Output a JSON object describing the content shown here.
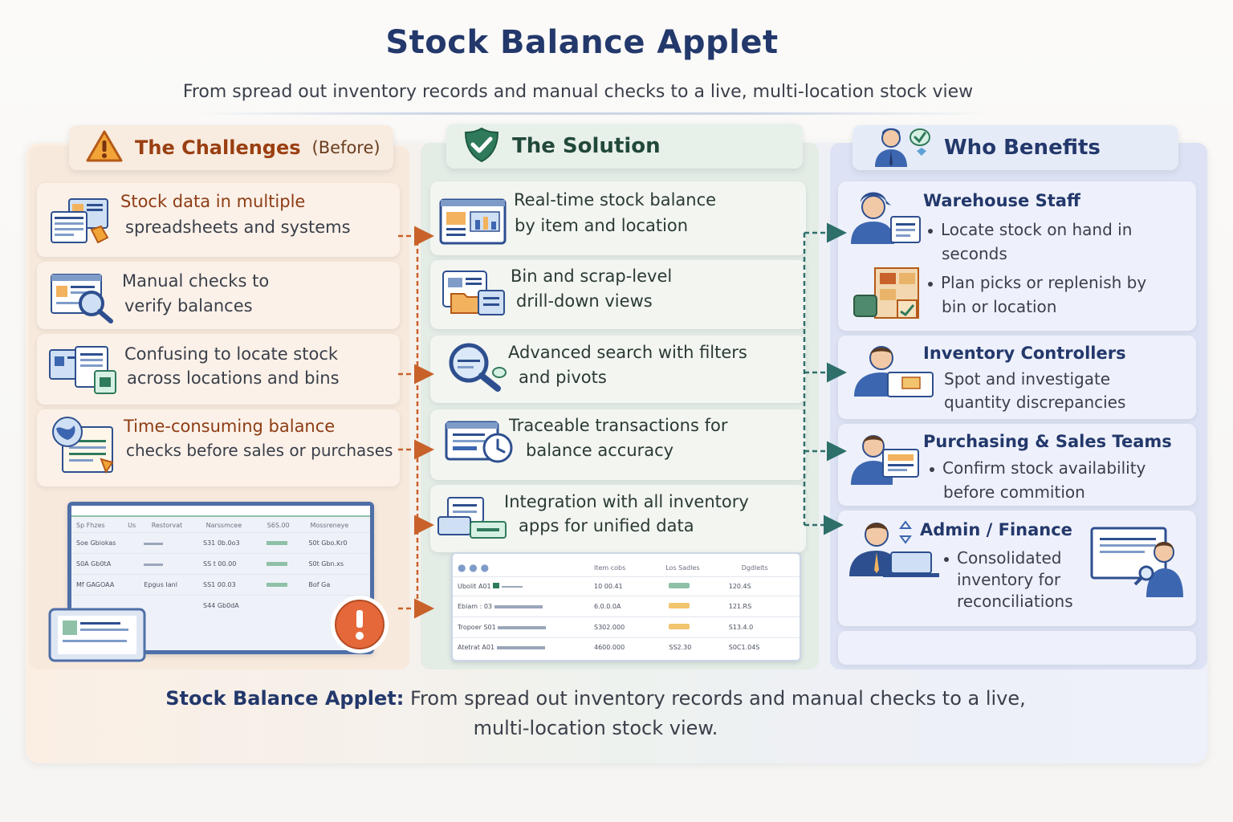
{
  "title": "Stock Balance Applet",
  "subtitle": "From spread out inventory records and manual checks to a live, multi-location stock view",
  "columns": {
    "challenges": {
      "heading": "The Challenges",
      "heading_suffix": "(Before)",
      "icon": "warning-icon",
      "items": [
        {
          "line1": "Stock data in multiple",
          "line2": "spreadsheets and systems"
        },
        {
          "line1": "Manual checks to",
          "line2": "verify balances"
        },
        {
          "line1": "Confusing to locate stock",
          "line2": "across locations and bins"
        },
        {
          "line1": "Time-consuming balance",
          "line2": "checks before sales or purchases"
        }
      ],
      "screenshot": {
        "headers": [
          "Sp Fhzes",
          "Us",
          "Restorvat",
          "Narssmcee",
          "S6S.00",
          "Mossreneye"
        ],
        "rows": [
          [
            "Soe Gbiokas",
            "",
            "",
            "S31 0b.0o3",
            "",
            "S0t Gbo.Kr0"
          ],
          [
            "S0A Gb0tA",
            "",
            "",
            "SS t 00.00",
            "",
            "S0t Gbn.xs"
          ],
          [
            "Mf GAGOAA",
            "",
            "Epgus Ianl",
            "SS1 00.03",
            "",
            "Bof Ga"
          ],
          [
            "",
            "",
            "",
            "S44 Gb0dA",
            "",
            ""
          ]
        ]
      }
    },
    "solution": {
      "heading": "The Solution",
      "icon": "check-shield-icon",
      "items": [
        {
          "line1": "Real-time stock balance",
          "line2": "by item and location"
        },
        {
          "line1": "Bin and scrap-level",
          "line2": "drill-down views"
        },
        {
          "line1": "Advanced search with filters",
          "line2": "and pivots"
        },
        {
          "line1": "Traceable transactions for",
          "line2": "balance accuracy"
        },
        {
          "line1": "Integration with all inventory",
          "line2": "apps for unified data"
        }
      ],
      "table": {
        "headers": [
          "",
          "Item cobs",
          "Los Sadles",
          "Dgdlelts"
        ],
        "rows": [
          [
            "Ubolit A01",
            "10 00.41",
            "",
            "120.4S"
          ],
          [
            "Ebiam : 03",
            "6.0.0.0A",
            "",
            "121.RS"
          ],
          [
            "Tropoer S01",
            "S302.000",
            "",
            "S13.4.0"
          ],
          [
            "Atetrat A01",
            "4600.000",
            "SS2.30",
            "S0C1.04S"
          ]
        ]
      }
    },
    "benefits": {
      "heading": "Who Benefits",
      "icon": "users-icon",
      "groups": [
        {
          "role": "Warehouse Staff",
          "bullets": [
            {
              "line1": "Locate stock on hand in",
              "line2": "seconds"
            },
            {
              "line1": "Plan picks or replenish by",
              "line2": "bin or location"
            }
          ]
        },
        {
          "role": "Inventory Controllers",
          "text_line1": "Spot and investigate",
          "text_line2": "quantity discrepancies"
        },
        {
          "role": "Purchasing & Sales Teams",
          "bullets": [
            {
              "line1": "Confirm stock availability",
              "line2": "before commition"
            }
          ]
        },
        {
          "role": "Admin / Finance",
          "bullets": [
            {
              "line1": "Consolidated",
              "line2": "inventory for",
              "line3": "reconciliations"
            }
          ]
        }
      ]
    }
  },
  "footer": {
    "lead": "Stock Balance Applet:",
    "line1_rest": "From spread out inventory records and manual checks to a live,",
    "line2": "multi-location stock view."
  },
  "colors": {
    "title": "#23386b",
    "challenge_accent": "#c8622a",
    "solution_accent": "#2f7a5a",
    "benefit_accent": "#2e4f8f"
  }
}
